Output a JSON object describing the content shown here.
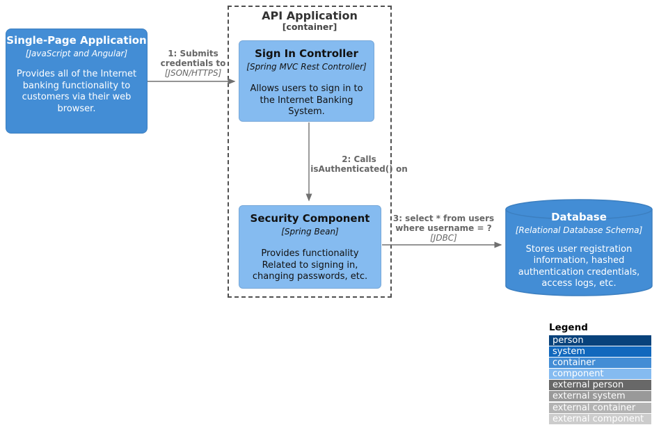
{
  "diagram": {
    "nodes": {
      "spa": {
        "title": "Single-Page Application",
        "subtitle": "[JavaScript and Angular]",
        "description": "Provides all of the Internet banking functionality to customers via their web browser."
      },
      "api_application": {
        "title": "API Application",
        "type_label": "[container]"
      },
      "sign_in_controller": {
        "title": "Sign In Controller",
        "subtitle": "[Spring MVC Rest Controller]",
        "description": "Allows users to sign in to the Internet Banking System."
      },
      "security_component": {
        "title": "Security Component",
        "subtitle": "[Spring Bean]",
        "description": "Provides functionality Related to signing in, changing passwords, etc."
      },
      "database": {
        "title": "Database",
        "subtitle": "[Relational Database Schema]",
        "description": "Stores user registration information, hashed authentication credentials, access logs, etc."
      }
    },
    "relationships": [
      {
        "label": "1: Submits credentials to",
        "tech": "[JSON/HTTPS]"
      },
      {
        "label": "2: Calls isAuthenticated() on",
        "tech": ""
      },
      {
        "label": "3: select * from users where username = ?",
        "tech": "[JDBC]"
      }
    ],
    "legend": {
      "title": "Legend",
      "items": [
        {
          "label": "person",
          "color": "#08427b"
        },
        {
          "label": "system",
          "color": "#1168bd"
        },
        {
          "label": "container",
          "color": "#438dd5"
        },
        {
          "label": "component",
          "color": "#85bbf0"
        },
        {
          "label": "external person",
          "color": "#686868"
        },
        {
          "label": "external system",
          "color": "#999999"
        },
        {
          "label": "external container",
          "color": "#b3b3b3"
        },
        {
          "label": "external component",
          "color": "#cccccc"
        }
      ]
    },
    "colors": {
      "container_fill": "#438dd5",
      "container_border": "#3c7fc0",
      "component_fill": "#85bbf0",
      "component_border": "#78a8d8",
      "arrow": "#707070",
      "boundary": "#4f4f4f"
    }
  }
}
